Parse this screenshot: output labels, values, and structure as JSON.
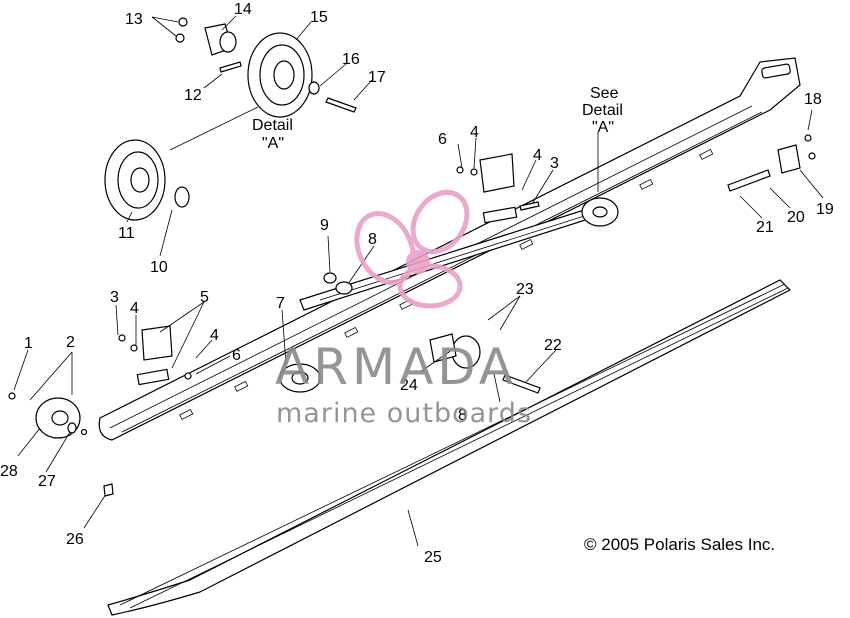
{
  "callouts": [
    {
      "n": "1"
    },
    {
      "n": "2"
    },
    {
      "n": "3"
    },
    {
      "n": "3"
    },
    {
      "n": "4"
    },
    {
      "n": "4"
    },
    {
      "n": "4"
    },
    {
      "n": "4"
    },
    {
      "n": "5"
    },
    {
      "n": "6"
    },
    {
      "n": "6"
    },
    {
      "n": "7"
    },
    {
      "n": "8"
    },
    {
      "n": "8"
    },
    {
      "n": "9"
    },
    {
      "n": "10"
    },
    {
      "n": "11"
    },
    {
      "n": "12"
    },
    {
      "n": "13"
    },
    {
      "n": "14"
    },
    {
      "n": "15"
    },
    {
      "n": "16"
    },
    {
      "n": "17"
    },
    {
      "n": "18"
    },
    {
      "n": "19"
    },
    {
      "n": "20"
    },
    {
      "n": "21"
    },
    {
      "n": "22"
    },
    {
      "n": "23"
    },
    {
      "n": "24"
    },
    {
      "n": "25"
    },
    {
      "n": "26"
    },
    {
      "n": "27"
    },
    {
      "n": "28"
    }
  ],
  "detail_label": {
    "line1": "Detail",
    "line2": "\"A\""
  },
  "see_detail_label": {
    "line1": "See",
    "line2": "Detail",
    "line3": "\"A\""
  },
  "watermark": {
    "title": "ARMADA",
    "subtitle": "marine outboards",
    "color": "#e8a0c8"
  },
  "copyright": "© 2005 Polaris Sales Inc."
}
